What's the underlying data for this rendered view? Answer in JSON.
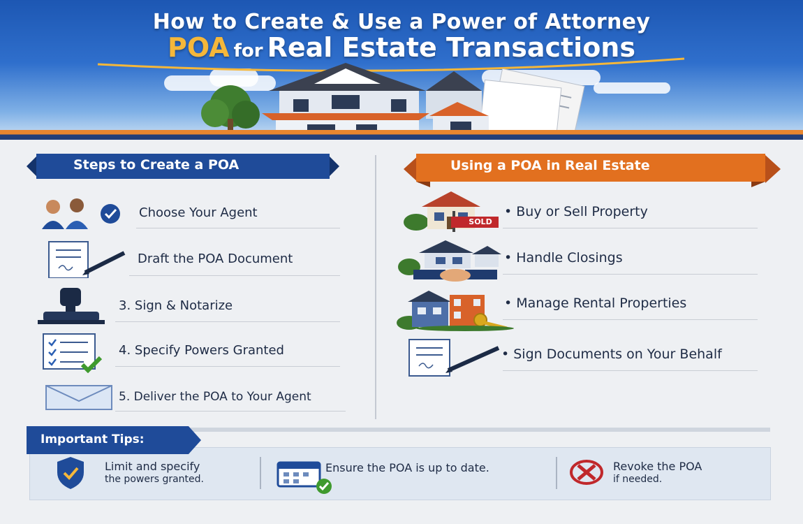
{
  "header": {
    "title_line1": "How to Create & Use a Power of Attorney",
    "title_poa": "POA",
    "title_for": "for",
    "title_rest": "Real Estate Transactions"
  },
  "steps_panel": {
    "title": "Steps to Create a POA",
    "items": [
      {
        "label": "Choose Your Agent",
        "icon": "agents-check-icon"
      },
      {
        "label": "Draft the POA Document",
        "icon": "document-pen-icon"
      },
      {
        "label": "3. Sign & Notarize",
        "icon": "notary-stamp-icon"
      },
      {
        "label": "4. Specify Powers Granted",
        "icon": "checklist-icon"
      },
      {
        "label": "5. Deliver the POA to Your Agent",
        "icon": "envelope-icon"
      }
    ]
  },
  "uses_panel": {
    "title": "Using a POA in Real Estate",
    "sold_sign": "SOLD",
    "items": [
      {
        "label": "• Buy or Sell Property",
        "icon": "house-sold-icon"
      },
      {
        "label": "• Handle Closings",
        "icon": "handshake-house-icon"
      },
      {
        "label": "• Manage Rental Properties",
        "icon": "rental-keys-icon"
      },
      {
        "label": "• Sign Documents on Your Behalf",
        "icon": "document-pen-icon"
      }
    ]
  },
  "tips": {
    "title": "Important Tips:",
    "items": [
      {
        "line1": "Limit and specify",
        "line2": "the powers granted.",
        "icon": "shield-check-icon"
      },
      {
        "line1": "Ensure the POA is up to date.",
        "line2": "",
        "icon": "calendar-check-icon"
      },
      {
        "line1": "Revoke the POA",
        "line2": "if needed.",
        "icon": "revoke-x-icon"
      }
    ]
  },
  "colors": {
    "navy": "#1f4b99",
    "orange": "#e2701f",
    "gold": "#f5b73a",
    "text": "#1e2b45"
  }
}
